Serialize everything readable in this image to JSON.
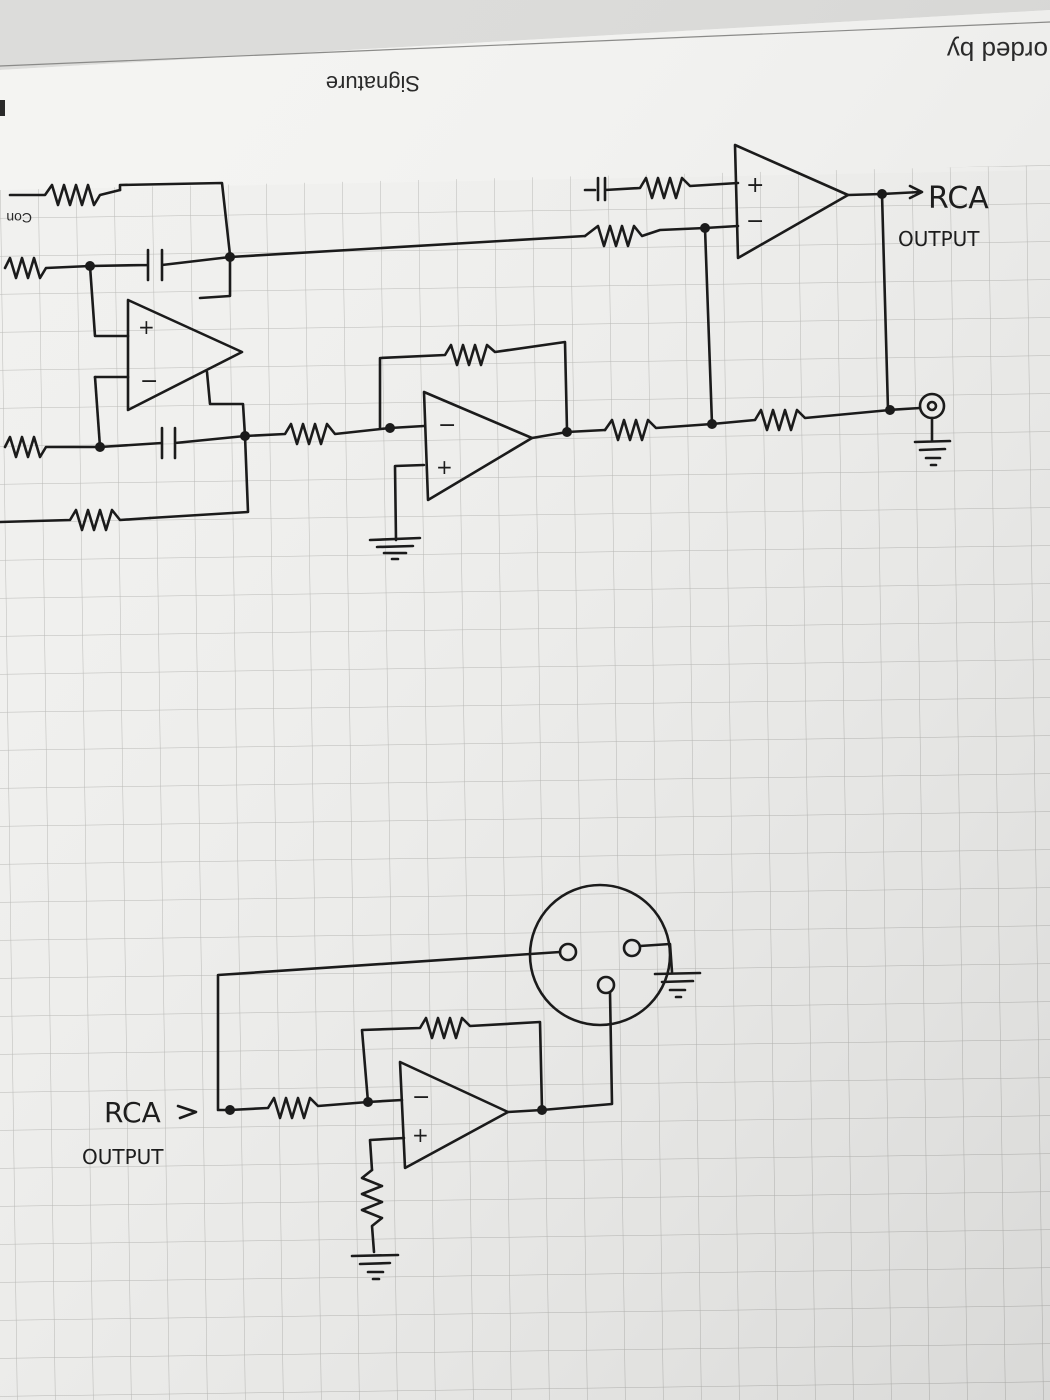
{
  "header": {
    "recorded_by": "orded by",
    "signature": "Signature",
    "margin_fragment": "Con"
  },
  "upper_circuit": {
    "output_label_top": "RCA",
    "output_label_bottom": "OUTPUT",
    "plus_sign": "+",
    "minus_sign": "−"
  },
  "lower_circuit": {
    "input_label_top": "RCA",
    "input_label_bottom": "OUTPUT",
    "plus_sign": "+",
    "minus_sign": "−"
  },
  "colors": {
    "ink": "#1b1b1b",
    "paper": "#f1f1ef",
    "grid": "#b9b9b6"
  }
}
